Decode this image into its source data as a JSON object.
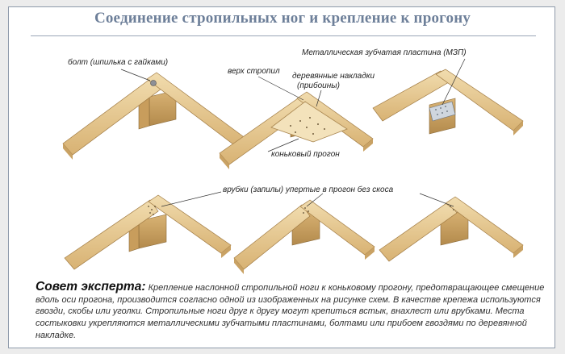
{
  "title": "Соединение стропильных ног и крепление к прогону",
  "labels": {
    "bolt": "болт (шпилька с гайками)",
    "rafter_top": "верх стропил",
    "wood_overlays_l1": "деревянные накладки",
    "wood_overlays_l2": "(прибоины)",
    "metal_plate": "Металлическая зубчатая пластина (МЗП)",
    "ridge_purlin": "коньковый прогон",
    "notches": "врубки (запилы) упертые в прогон без скоса"
  },
  "tip": {
    "heading": "Совет эксперта:",
    "text": "Крепление наслонной стропильной ноги к коньковому прогону, предотвращающее смещение вдоль оси прогона, производится согласно одной из изображенных на рисунке схем. В качестве крепежа используются гвозди, скобы или уголки. Стропильные ноги друг к другу могут крепиться встык, внахлест или врубками. Места состыковки укрепляются металлическими зубчатыми пластинами, болтами или прибоем гвоздями по деревянной накладке."
  },
  "colors": {
    "title": "#6d7f99",
    "wood_light": "#ecd39e",
    "wood_mid": "#d9b374",
    "wood_dark": "#b38a4c",
    "frame": "#8e9aaa"
  }
}
